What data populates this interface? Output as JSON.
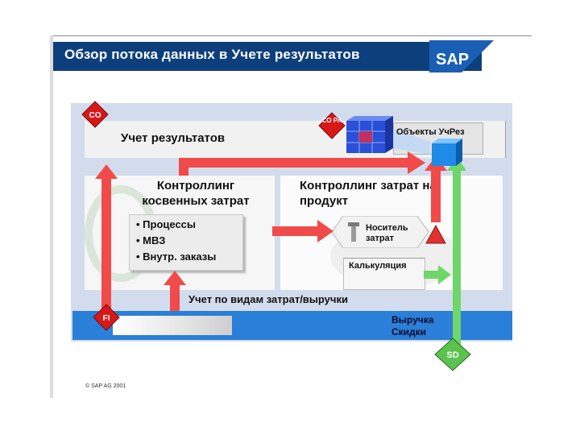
{
  "header": {
    "title": "Обзор потока данных в Учете результатов",
    "logo_text": "SAP"
  },
  "badges": {
    "co": "CO",
    "copa": "CO PA",
    "fi": "FI",
    "sd": "SD"
  },
  "diagram": {
    "profitability_label": "Учет результатов",
    "objects_label": "Объекты УчРез",
    "overhead_controlling": "Контроллинг косвенных затрат",
    "overhead_items": [
      "Процессы",
      "МВЗ",
      "Внутр. заказы"
    ],
    "product_controlling": "Контроллинг затрат на продукт",
    "cost_object": "Носитель затрат",
    "costing": "Калькуляция",
    "cost_element_accounting": "Учет по видам затрат/выручки",
    "revenue_line1": "Выручка",
    "revenue_line2": "Скидки"
  },
  "colors": {
    "banner": "#0e3f7d",
    "red_arrow": "#f04a4a",
    "green_arrow": "#6fd66a",
    "bottom_bar": "#2a7fd8",
    "stage": "#d3dced"
  },
  "footer": {
    "copyright": "© SAP AG 2001"
  }
}
